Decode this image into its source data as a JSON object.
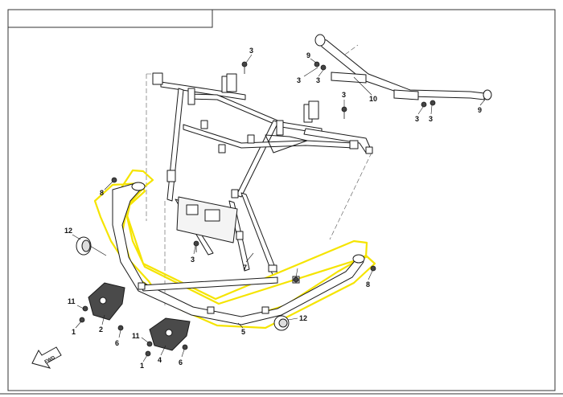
{
  "diagram": {
    "title_box_text": "",
    "fwd_label": "FWD",
    "highlight_color": "#f5e400",
    "line_color": "#1a1a1a",
    "part_fill": "#ffffff",
    "part_fill_dark": "#4a4a4a",
    "callouts": {
      "c1a": "1",
      "c1b": "1",
      "c2": "2",
      "c3a": "3",
      "c3b": "3",
      "c3c": "3",
      "c3d": "3",
      "c3e": "3",
      "c3f": "3",
      "c3g": "3",
      "c4": "4",
      "c5": "5",
      "c6a": "6",
      "c6b": "6",
      "c7": "7",
      "c8a": "8",
      "c8b": "8",
      "c9a": "9",
      "c9b": "9",
      "c10": "10",
      "c11a": "11",
      "c11b": "11",
      "c12a": "12",
      "c12b": "12"
    }
  }
}
